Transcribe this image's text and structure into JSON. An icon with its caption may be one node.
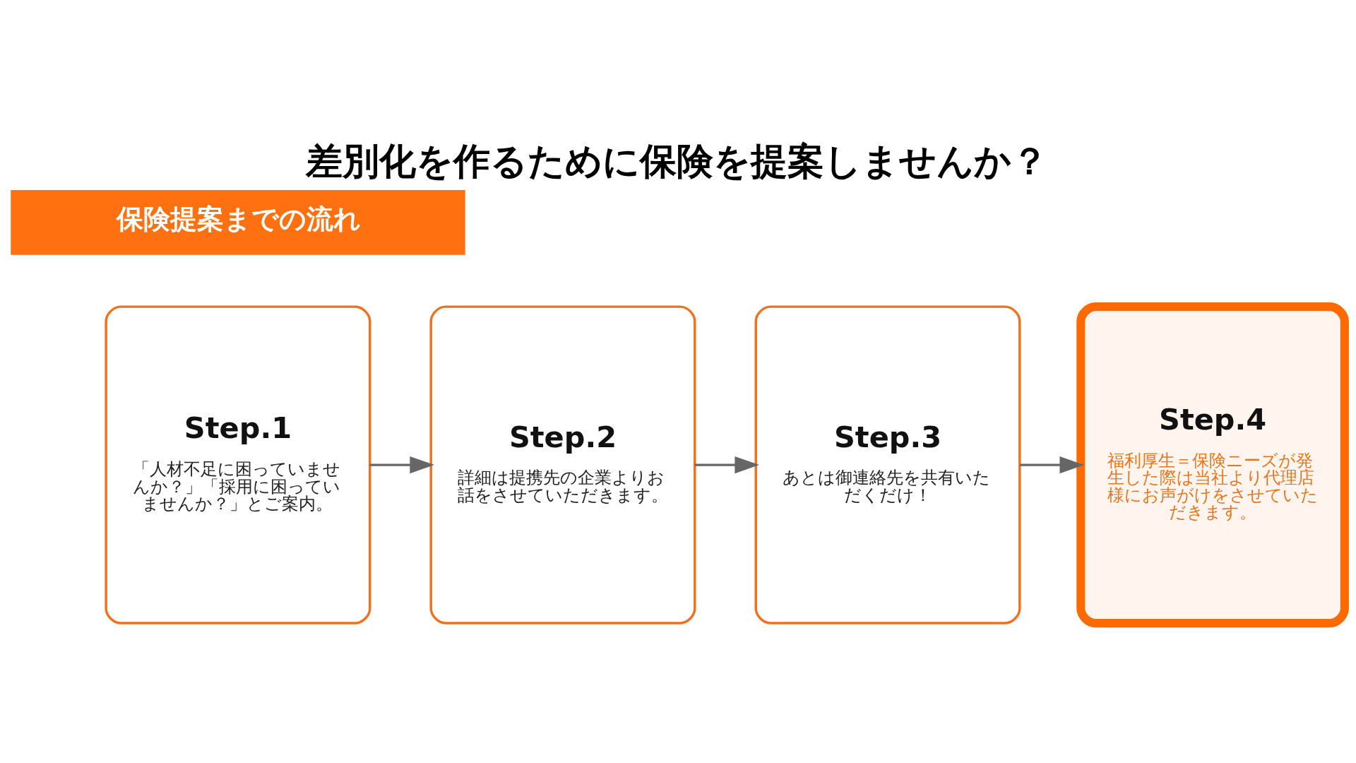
{
  "diagram": {
    "title": "差別化を作るために保険を提案しませんか？",
    "nodes": [
      {
        "text": [
          "保険提案までの流れ"
        ]
      },
      {
        "text": [
          "Step.1",
          "「人材不足に困っていませんか？」「採用に困っていませんか？」とご案内。"
        ]
      },
      {
        "text": [
          "Step.2",
          "詳細は提携先の企業よりお話をさせていただきます。"
        ]
      },
      {
        "text": [
          "Step.3",
          "あとは御連絡先を共有いただくだけ！"
        ]
      },
      {
        "text": [
          "Step.4",
          "福利厚生＝保険ニーズが発生した際は当社より代理店様にお声がけをさせていただきます。"
        ]
      }
    ],
    "edges": [
      {
        "from": 1,
        "to": 2,
        "arrow": "to"
      },
      {
        "from": 2,
        "to": 3,
        "arrow": "to"
      },
      {
        "from": 3,
        "to": 4,
        "arrow": "to"
      }
    ]
  }
}
